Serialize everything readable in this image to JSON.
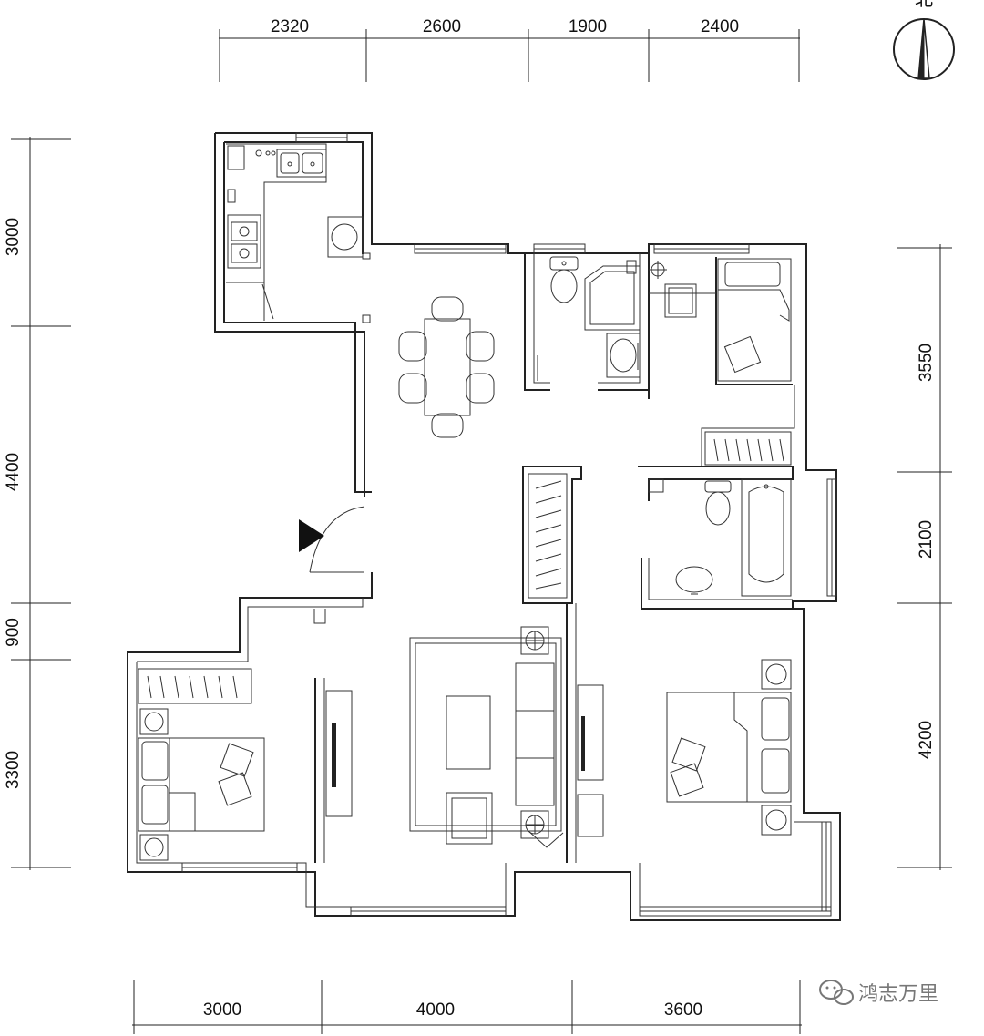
{
  "dimensions": {
    "top": [
      "2320",
      "2600",
      "1900",
      "2400"
    ],
    "bottom": [
      "3000",
      "4000",
      "3600"
    ],
    "left": [
      "3000",
      "4400",
      "900",
      "3300"
    ],
    "right": [
      "3550",
      "2100",
      "4200"
    ]
  },
  "compass": {
    "label": "北",
    "icon": "north-arrow-icon"
  },
  "watermark": {
    "text": "鸿志万里",
    "icon": "wechat-icon"
  },
  "colors": {
    "line": "#222222",
    "background": "#ffffff",
    "watermark": "#777777"
  }
}
